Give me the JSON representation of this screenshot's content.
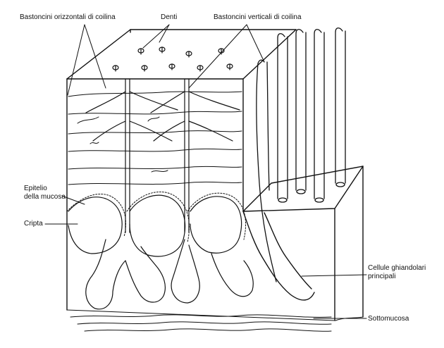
{
  "labels": {
    "horizontal_rods": "Bastoncini orizzontali di coilina",
    "teeth": "Denti",
    "vertical_rods": "Bastoncini verticali di coilina",
    "mucosal_epithelium_line1": "Epitelio",
    "mucosal_epithelium_line2": "della mucosa",
    "crypt": "Cripta",
    "gland_cells_line1": "Cellule ghiandolari",
    "gland_cells_line2": "principali",
    "submucosa": "Sottomucosa"
  },
  "colors": {
    "ink": "#111111",
    "background": "#ffffff"
  }
}
